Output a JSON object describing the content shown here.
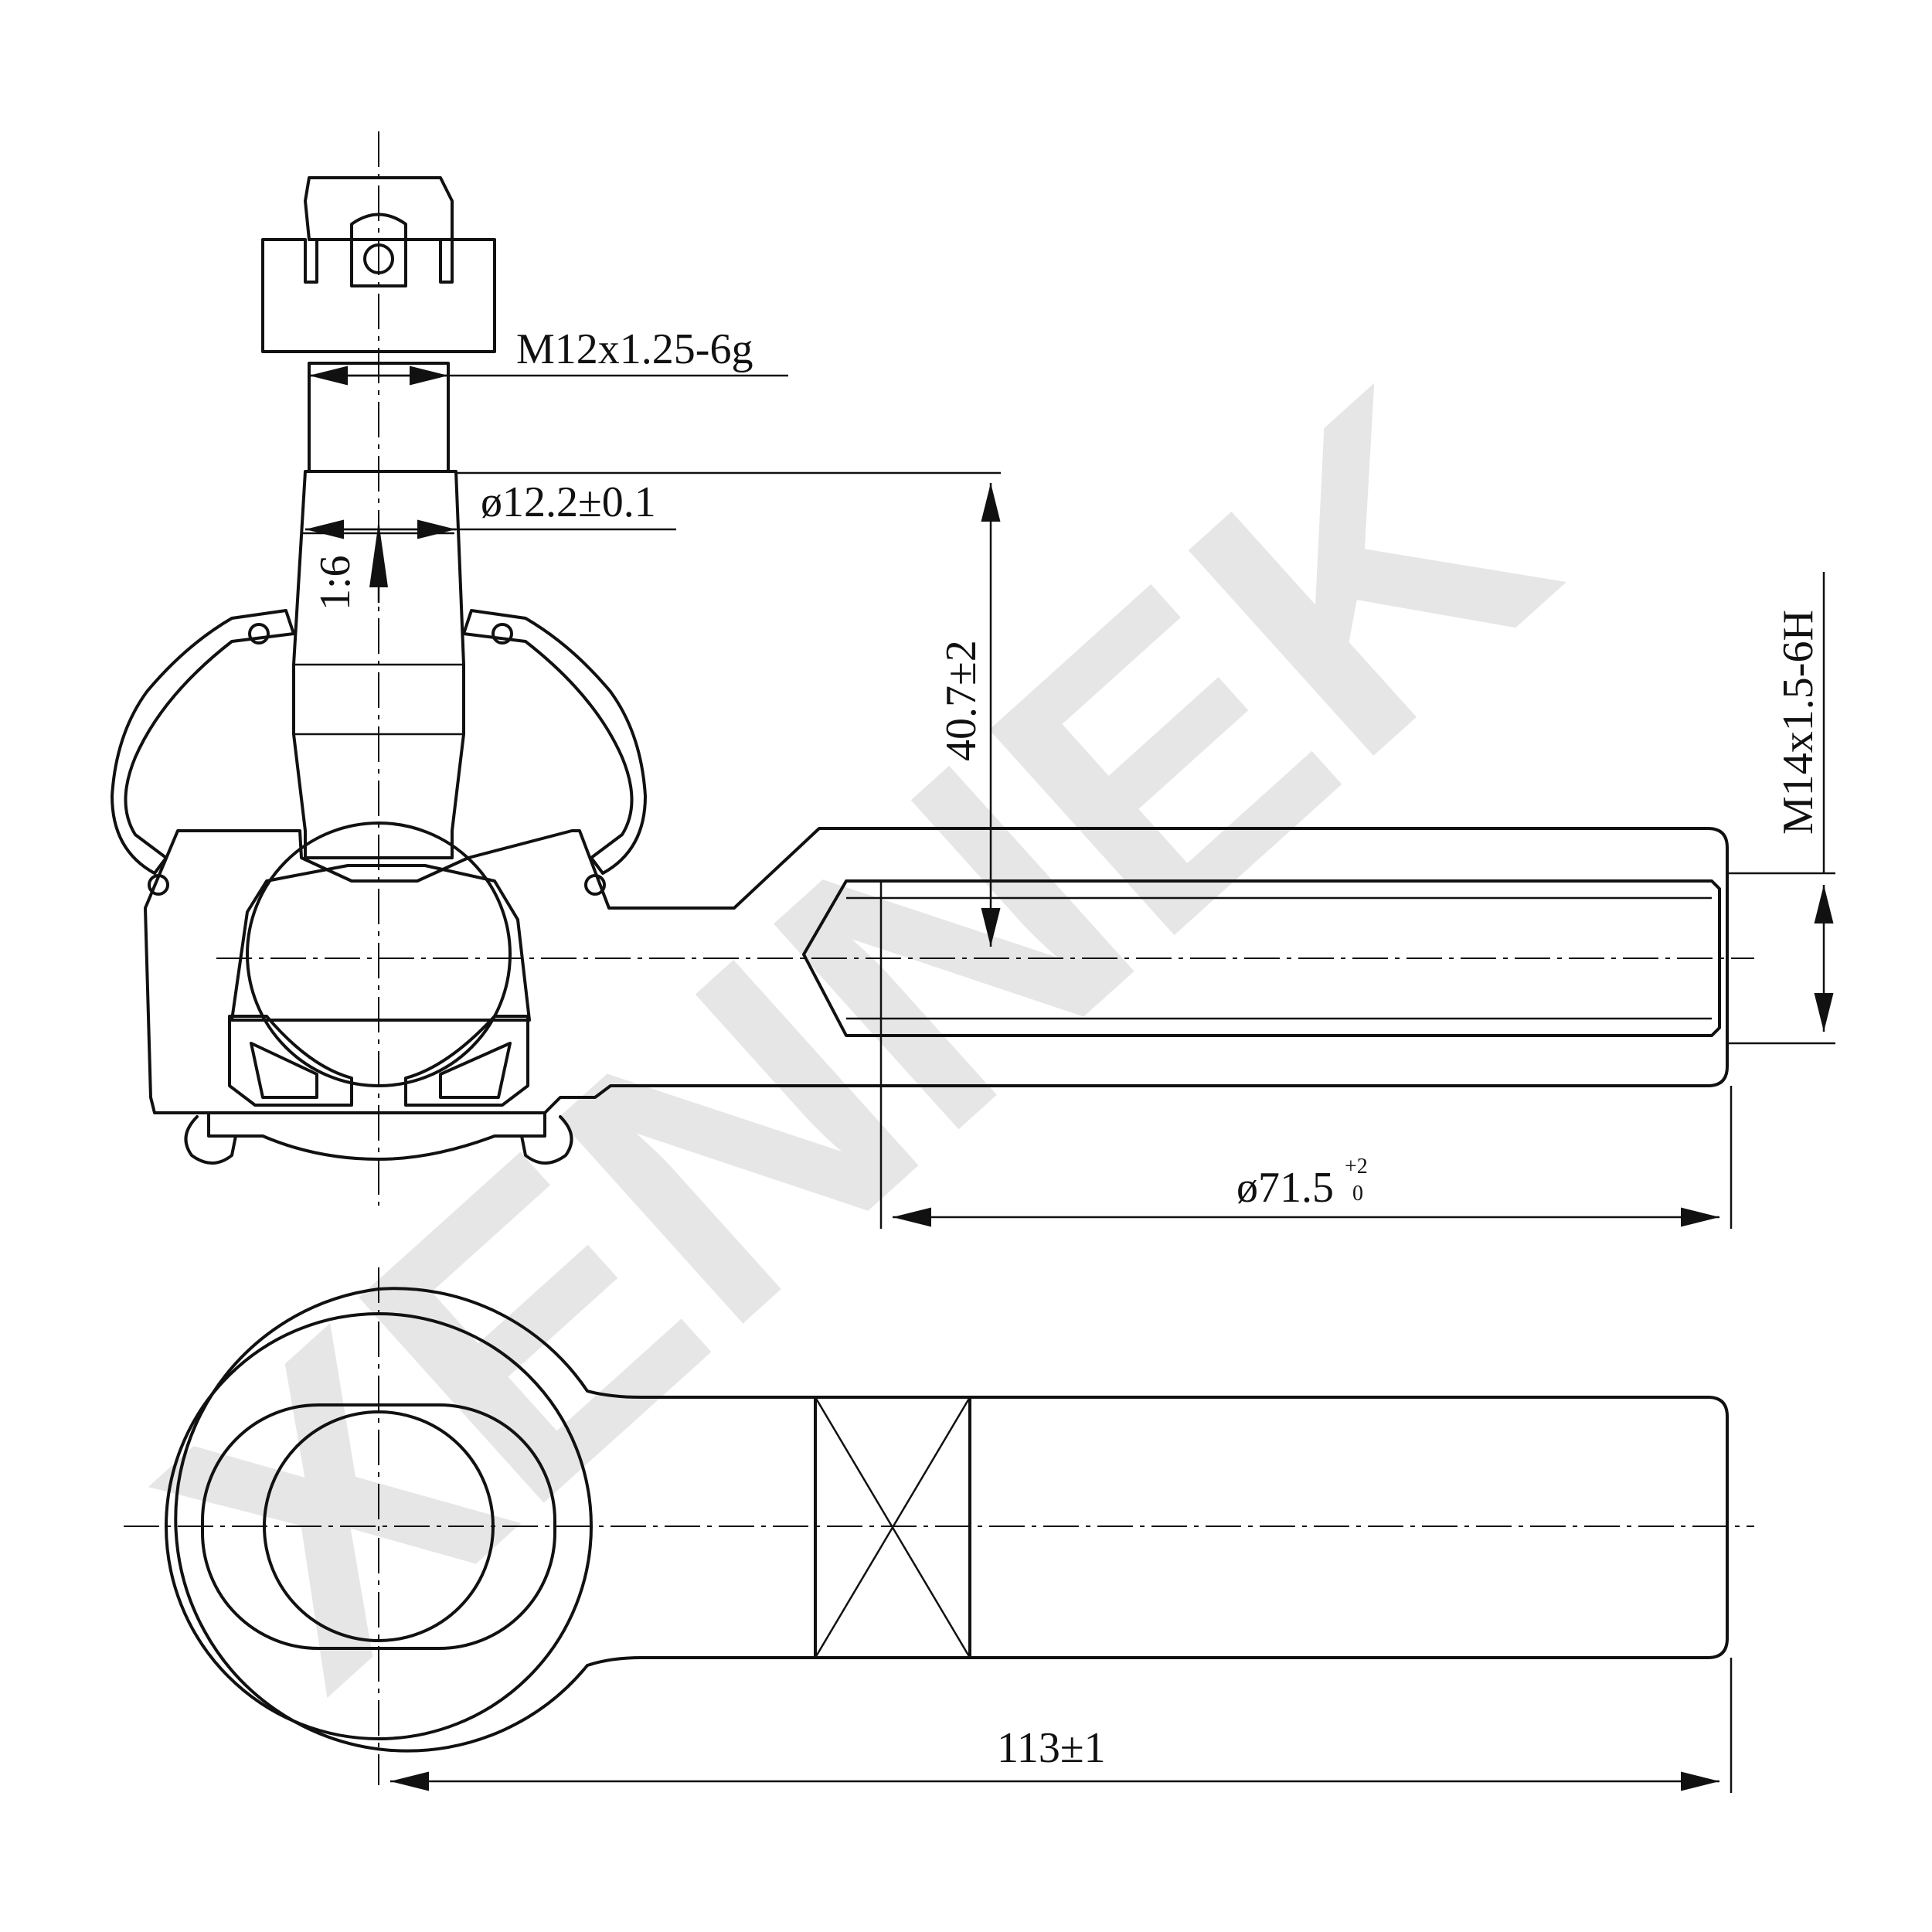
{
  "drawing": {
    "watermark": "XENNEK",
    "dims": {
      "stud_thread": "M12x1.25-6g",
      "stud_diameter": "ø12.2±0.1",
      "taper": "1:6",
      "height": "40.7±2",
      "body_thread": "M14x1.5-6H",
      "thread_length_main": "ø71.5",
      "thread_length_tol_upper": "+2",
      "thread_length_tol_lower": "0",
      "overall_length": "113±1"
    }
  }
}
